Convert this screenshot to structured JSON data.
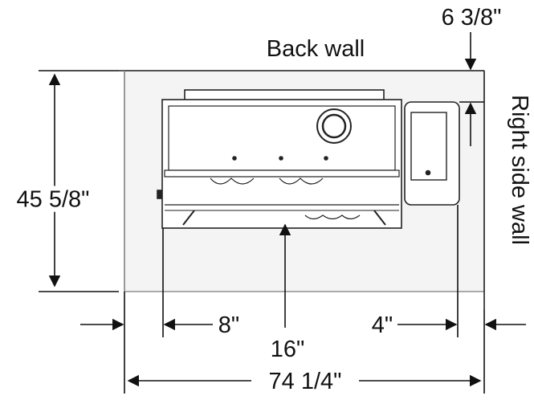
{
  "labels": {
    "back_wall": "Back wall",
    "right_side_wall": "Right side wall",
    "dim_depth": "45 5/8\"",
    "dim_back_offset": "6 3/8\"",
    "dim_left_clearance": "8\"",
    "dim_center": "16\"",
    "dim_right_clearance": "4\"",
    "dim_total_width": "74 1/4\""
  }
}
